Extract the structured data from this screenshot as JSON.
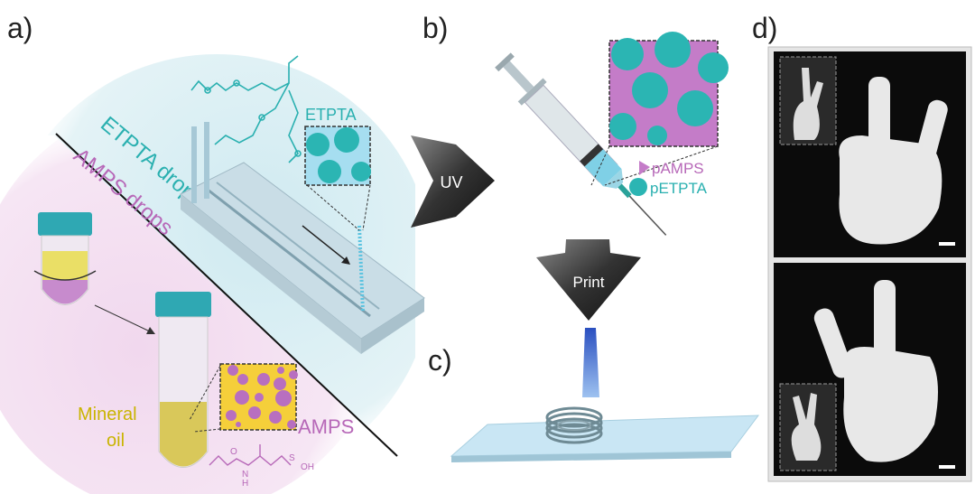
{
  "panels": {
    "a": {
      "label": "a)",
      "etpta_drops": "ETPTA drops",
      "amps_drops": "AMPS drops",
      "etpta": "ETPTA",
      "mineral": "Mineral",
      "oil": "oil",
      "amps": "AMPS",
      "chem": {
        "n": "N",
        "h": "H",
        "s": "S",
        "oh": "OH",
        "o": "O"
      }
    },
    "b": {
      "label": "b)",
      "uv": "UV",
      "pamps": "pAMPS",
      "petpta": "pETPTA"
    },
    "c": {
      "label": "c)",
      "print": "Print"
    },
    "d": {
      "label": "d)"
    }
  },
  "colors": {
    "teal": "#2bb5b3",
    "purple": "#b865b8",
    "magenta": "#c47cc8",
    "yellow": "#f4cf3a",
    "oil_text": "#c9b400",
    "amps_text": "#b768b8",
    "etpta_text": "#2ab0b0",
    "pink_bg": "#f3def0",
    "blue_bg": "#d6eef3"
  }
}
